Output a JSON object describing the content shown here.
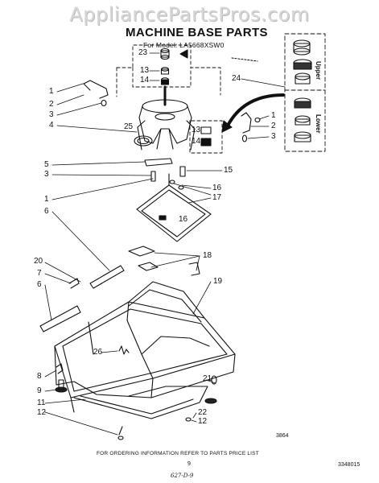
{
  "watermark": "AppliancePartsPros.com",
  "title": "MACHINE BASE PARTS",
  "subtitle": "For Model: LA5668XSW0",
  "side_labels": {
    "upper": "Upper",
    "lower": "Lower"
  },
  "callouts": {
    "c23": "23",
    "c13a": "13",
    "c14a": "14",
    "c24": "24",
    "c1a": "1",
    "c2a": "2",
    "c3a": "3",
    "c4": "4",
    "c25": "25",
    "c13b": "13",
    "c14b": "14",
    "c1b": "1",
    "c2b": "2",
    "c3b": "3",
    "c5": "5",
    "c3c": "3",
    "c15": "15",
    "c16a": "16",
    "c1c": "1",
    "c17": "17",
    "c6a": "6",
    "c16b": "16",
    "c18": "18",
    "c20": "20",
    "c7": "7",
    "c6b": "6",
    "c19": "19",
    "c26": "26",
    "c8": "8",
    "c9": "9",
    "c21": "21",
    "c11": "11",
    "c12a": "12",
    "c22": "22",
    "c12b": "12"
  },
  "diagram_code": "3864",
  "footer": "FOR ORDERING INFORMATION REFER TO PARTS PRICE LIST",
  "page_number": "9",
  "part_number": "3348015",
  "handwritten_note": "627-D-9"
}
